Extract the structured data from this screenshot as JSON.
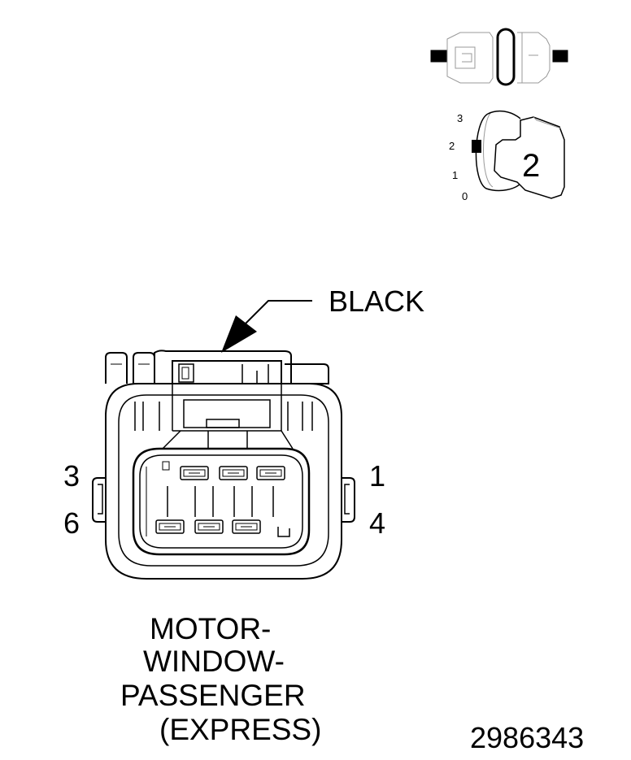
{
  "connector_color": "BLACK",
  "pins": {
    "top_left": "3",
    "bottom_left": "6",
    "top_right": "1",
    "bottom_right": "4"
  },
  "title": {
    "line1": "MOTOR-",
    "line2": "WINDOW-",
    "line3": "PASSENGER",
    "line4": "(EXPRESS)"
  },
  "figure_number": "2986343",
  "key_indicator": {
    "scale_labels": [
      "3",
      "2",
      "1",
      "0"
    ],
    "key_number": "2"
  },
  "icons": [
    "connector-view-icon",
    "connector-key-icon",
    "pointer-arrow-icon"
  ]
}
